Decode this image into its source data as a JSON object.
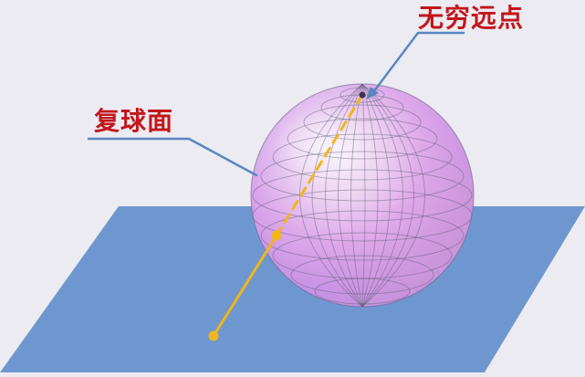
{
  "labels": {
    "point_at_infinity": "无穷远点",
    "riemann_sphere": "复球面"
  },
  "colors": {
    "background": "#ecebf2",
    "plane": "#6f97cf",
    "sphere_light": "#f5effa",
    "sphere_mid": "#dda6ec",
    "sphere_pink": "#efaec5",
    "sphere_violet": "#b68be6",
    "grid": "#5a5a73",
    "projection_line": "#f2b51b",
    "pointer": "#5b86c2",
    "label_text": "#c2171c"
  },
  "icons": {
    "north_pole_marker": "dot",
    "plane_point_marker": "dot",
    "sphere_point_marker": "dot"
  }
}
